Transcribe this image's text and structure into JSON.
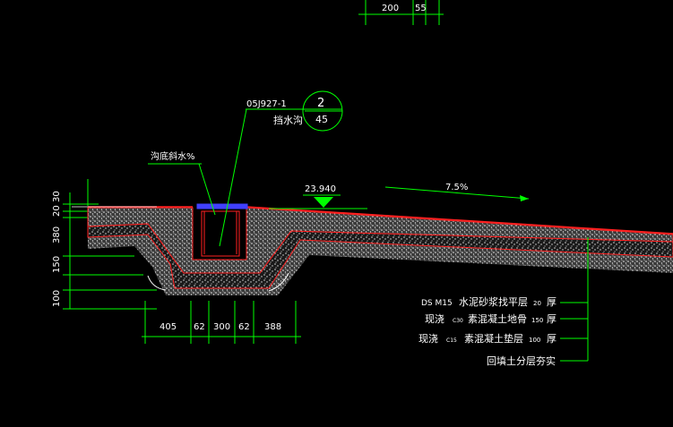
{
  "top_dims": {
    "d1": "200",
    "d2": "55"
  },
  "callout": {
    "ref_code": "05J927-1",
    "circle_num": "2",
    "circle_page": "45",
    "name": "挡水沟"
  },
  "slope_label": "沟底斜水%",
  "elevation": "23.940",
  "gradient": "7.5%",
  "left_dims": [
    "30",
    "20",
    "380",
    "150",
    "100"
  ],
  "bottom_dims": [
    "405",
    "62",
    "300",
    "62",
    "388"
  ],
  "layers": [
    {
      "prefix": "DS M15",
      "name": "水泥砂浆找平层",
      "thick": "20",
      "unit": "厚"
    },
    {
      "prefix": "现浇",
      "grade": "C30",
      "name": "素混凝土地骨",
      "thick": "150",
      "unit": "厚"
    },
    {
      "prefix": "现浇",
      "grade": "C15",
      "name": "素混凝土垫层",
      "thick": "100",
      "unit": "厚"
    },
    {
      "prefix": "",
      "name": "回填土分层夯实",
      "thick": "",
      "unit": ""
    }
  ],
  "colors": {
    "line": "#00ff00",
    "red": "#ff2020",
    "blue": "#4040ff",
    "fill": "#d8d8d8"
  }
}
